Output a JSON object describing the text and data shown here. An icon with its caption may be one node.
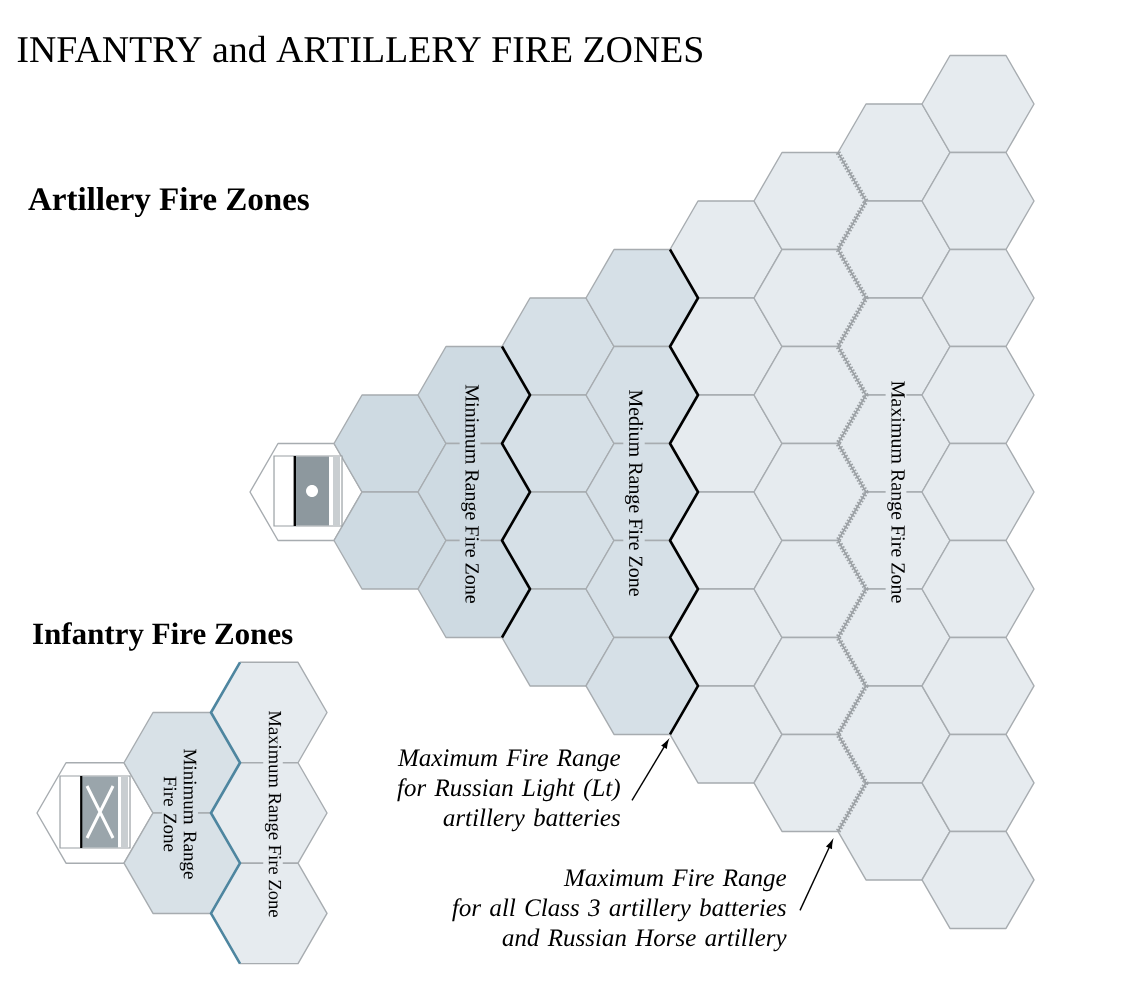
{
  "diagram": {
    "title": "INFANTRY and ARTILLERY FIRE ZONES",
    "nodes": [
      {
        "text": [],
        "shape": "line"
      },
      {
        "text": [],
        "shape": "line"
      },
      {
        "text": [
          "Maximum Fire Range for Russian Light (Lt) artillery batteries"
        ]
      },
      {
        "text": [
          "Maximum Fire Range for all Class 3 artillery batteries and Russian Horse artillery"
        ]
      }
    ],
    "edges": [
      {
        "from": 2,
        "to": 0,
        "arrow": "to"
      },
      {
        "from": 3,
        "to": 1,
        "arrow": "to"
      }
    ],
    "labels": [
      "Artillery Fire Zones",
      "Minimum Range Fire Zone",
      "Medium Range Fire Zone",
      "Maximum Range Fire Zone",
      "Infantry Fire Zones",
      "Minimum Range Fire Zone",
      "Maximum Range Fire Zone"
    ]
  }
}
